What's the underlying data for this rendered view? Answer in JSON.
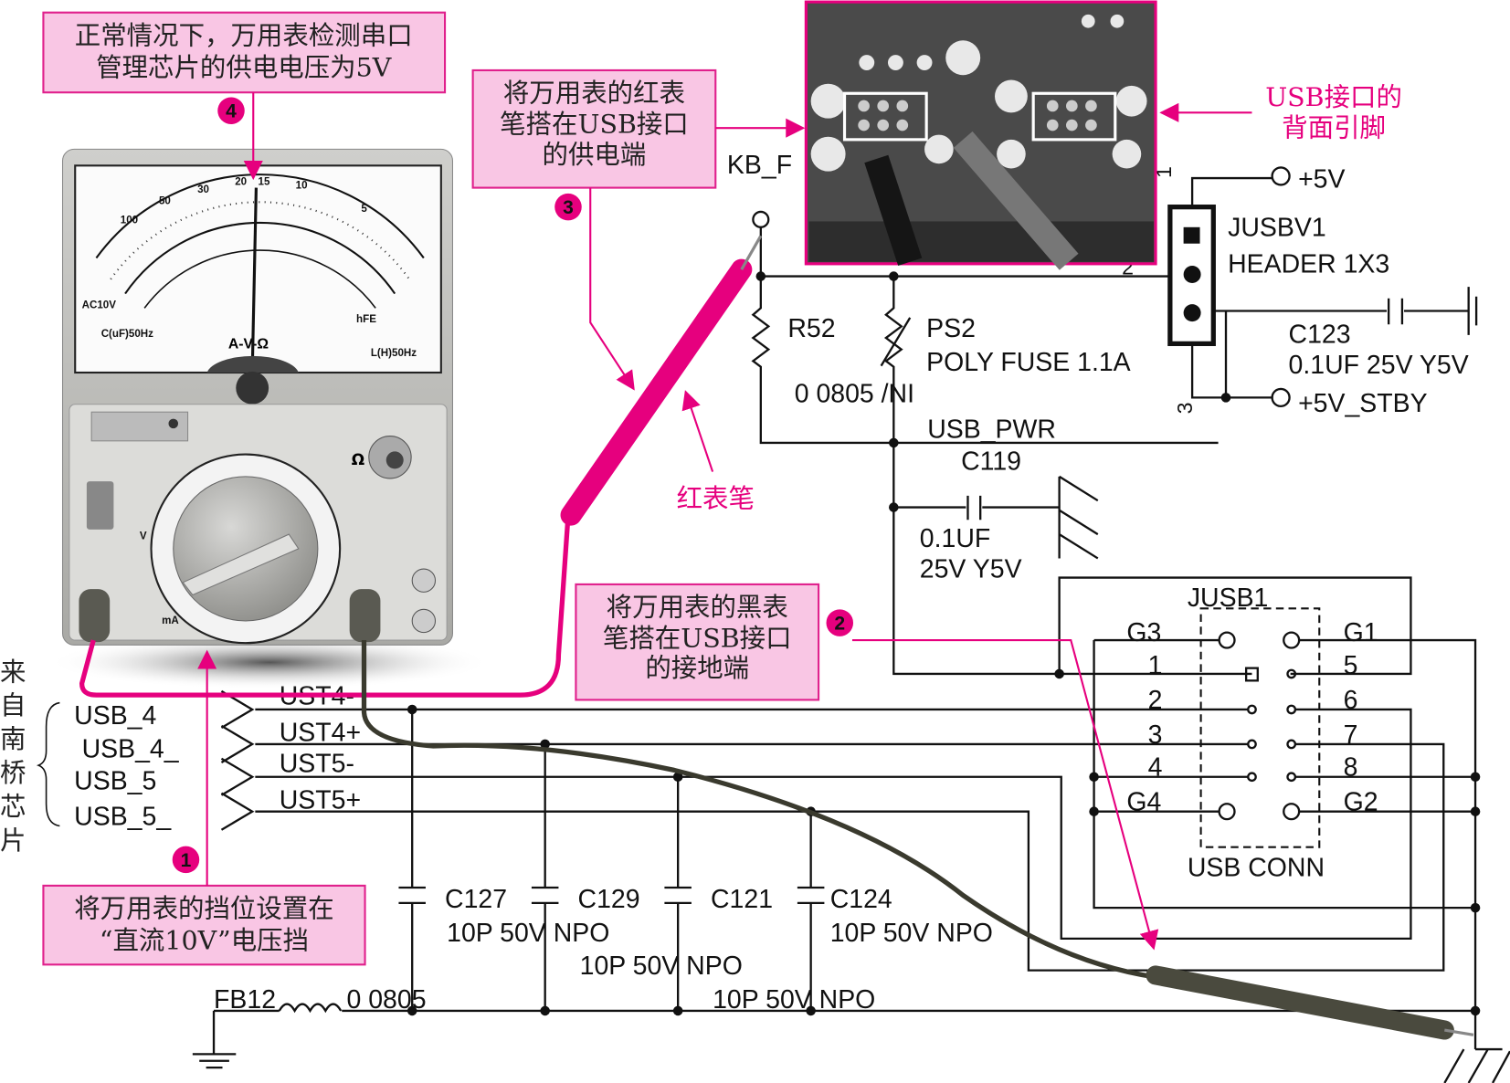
{
  "colors": {
    "accent": "#e6007e",
    "callout_fill": "#f9c6e4",
    "callout_border": "#e0208c",
    "wire": "#111111"
  },
  "callouts": {
    "step4": {
      "number": "4",
      "lines": [
        "正常情况下，万用表检测串口",
        "管理芯片的供电电压为5V"
      ]
    },
    "step3": {
      "number": "3",
      "lines": [
        "将万用表的红表",
        "笔搭在USB接口",
        "的供电端"
      ]
    },
    "step2": {
      "number": "2",
      "lines": [
        "将万用表的黑表",
        "笔搭在USB接口",
        "的接地端"
      ]
    },
    "step1": {
      "number": "1",
      "lines": [
        "将万用表的挡位设置在",
        "“直流10V”电压挡"
      ]
    }
  },
  "photo_label": [
    "USB接口的",
    "背面引脚"
  ],
  "red_probe_label": "红表笔",
  "source_label": [
    "来",
    "自",
    "南",
    "桥",
    "芯",
    "片"
  ],
  "source_signals": [
    "USB_4",
    "USB_4_",
    "USB_5",
    "USB_5_"
  ],
  "nets": [
    "UST4-",
    "UST4+",
    "UST5-",
    "UST5+"
  ],
  "multimeter": {
    "scale_label": "A-V-Ω",
    "ac_label": "AC10V",
    "cap_label": "C(uF)50Hz",
    "ind_label": "L(H)50Hz",
    "hfe_label": "hFE",
    "top_scale": [
      "30",
      "20",
      "15",
      "10",
      "5",
      "50",
      "100"
    ],
    "ohm_symbol": "Ω",
    "v_label": "V",
    "ma_label": "mA"
  },
  "schematic": {
    "kb": "KB_F",
    "r52": "R52",
    "r52_value": "0 0805 /NI",
    "ps2": "PS2",
    "ps2_value": "POLY FUSE 1.1A",
    "usb_pwr": "USB_PWR",
    "c119": "C119",
    "c119_value": [
      "0.1UF",
      "25V Y5V"
    ],
    "jusbv1": "JUSBV1",
    "header": "HEADER 1X3",
    "p5v": "+5V",
    "p5v_stby": "+5V_STBY",
    "c123": "C123",
    "c123_value": "0.1UF 25V Y5V",
    "header_pins": [
      "1",
      "2",
      "3"
    ],
    "jusb1": "JUSB1",
    "usb_conn": "USB CONN",
    "left_pins": [
      "G3",
      "1",
      "2",
      "3",
      "4",
      "G4"
    ],
    "right_pins": [
      "G1",
      "5",
      "6",
      "7",
      "8",
      "G2"
    ],
    "caps": [
      "C127",
      "C129",
      "C121",
      "C124"
    ],
    "cap_values": [
      "10P 50V NPO",
      "10P 50V NPO",
      "10P 50V NPO",
      "10P 50V NPO"
    ],
    "fb12": "FB12",
    "fb12_value": "0 0805"
  }
}
